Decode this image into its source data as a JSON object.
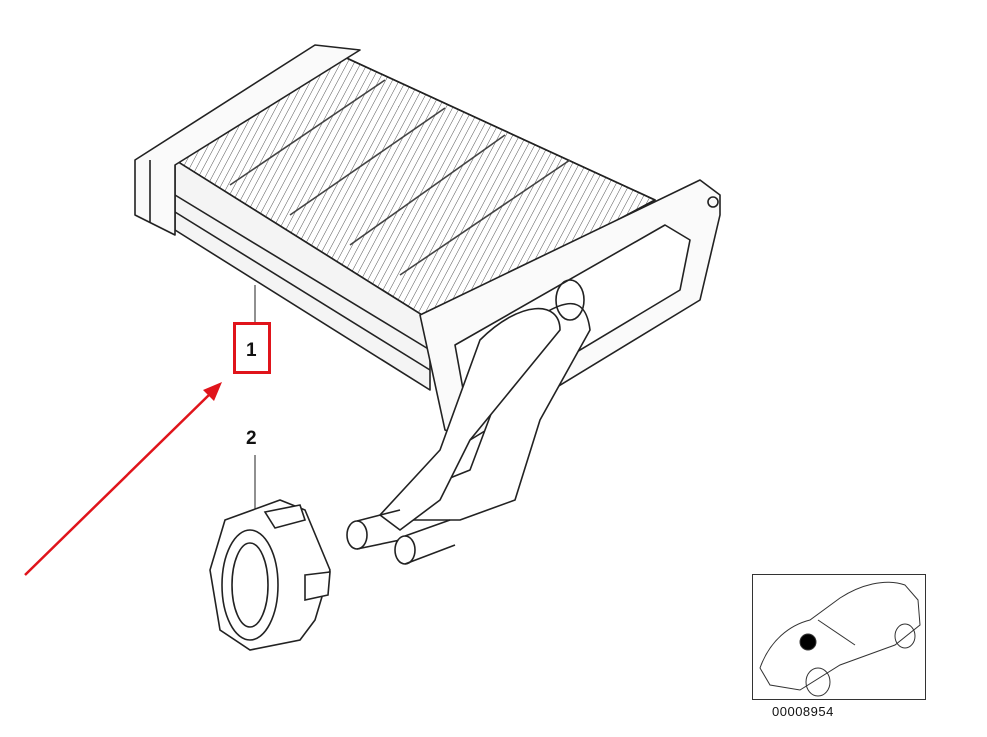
{
  "callouts": [
    {
      "label": "1",
      "part": "heater-core"
    },
    {
      "label": "2",
      "part": "seal-grommet"
    }
  ],
  "highlight": {
    "target_label": "1",
    "color": "#e0141b"
  },
  "arrow": {
    "color": "#e0141b"
  },
  "reference_image": {
    "number": "00008954"
  }
}
